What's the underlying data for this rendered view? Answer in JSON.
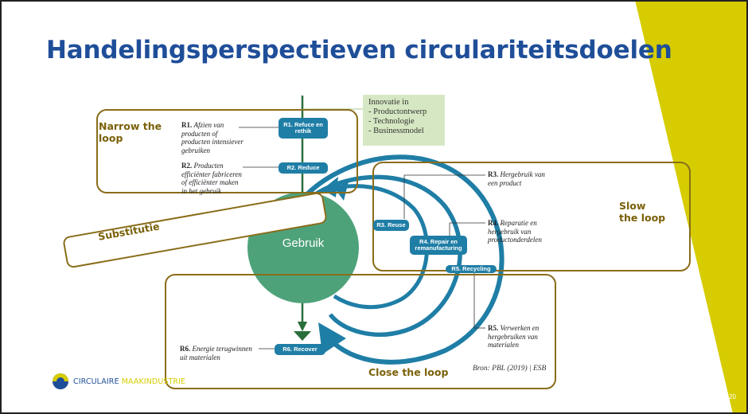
{
  "slide": {
    "title": "Handelingsperspectieven circulariteitsdoelen",
    "page_number": "20",
    "accent_color": "#d6cc00",
    "title_color": "#1f4e99"
  },
  "loops": {
    "narrow": "Narrow the loop",
    "slow": "Slow the loop",
    "close": "Close the loop",
    "substitution": "Substitutie"
  },
  "diagram": {
    "center_label": "Gebruik",
    "innovation_box": {
      "heading": "Innovatie in",
      "items": [
        "- Productontwerp",
        "- Technologie",
        "- Businessmodel"
      ]
    },
    "strategies": [
      {
        "pill": "R1. Refuce en rethik",
        "code": "R1.",
        "text": "Afzien van producten of producten intensiever gebruiken"
      },
      {
        "pill": "R2. Reduce",
        "code": "R2.",
        "text": "Producten efficiënter fabriceren of efficiënter maken in het gebruik"
      },
      {
        "pill": "R3. Reuse",
        "code": "R3.",
        "text": "Hergebruik van een product"
      },
      {
        "pill": "R4. Repair en remanufacturing",
        "code": "R4.",
        "text": "Reparatie en hergebruik van productonderdelen"
      },
      {
        "pill": "R5. Recycling",
        "code": "R5.",
        "text": "Verwerken en hergebruiken van materialen"
      },
      {
        "pill": "R6. Recover",
        "code": "R6.",
        "text": "Energie terugwinnen uit materialen"
      }
    ],
    "source": "Bron: PBL (2019) | ESB"
  },
  "logo": {
    "word1": "CIRCULAIRE",
    "word2": "MAAKINDUSTRIE",
    "color1": "#1f4e99",
    "color2": "#d6cc00"
  }
}
